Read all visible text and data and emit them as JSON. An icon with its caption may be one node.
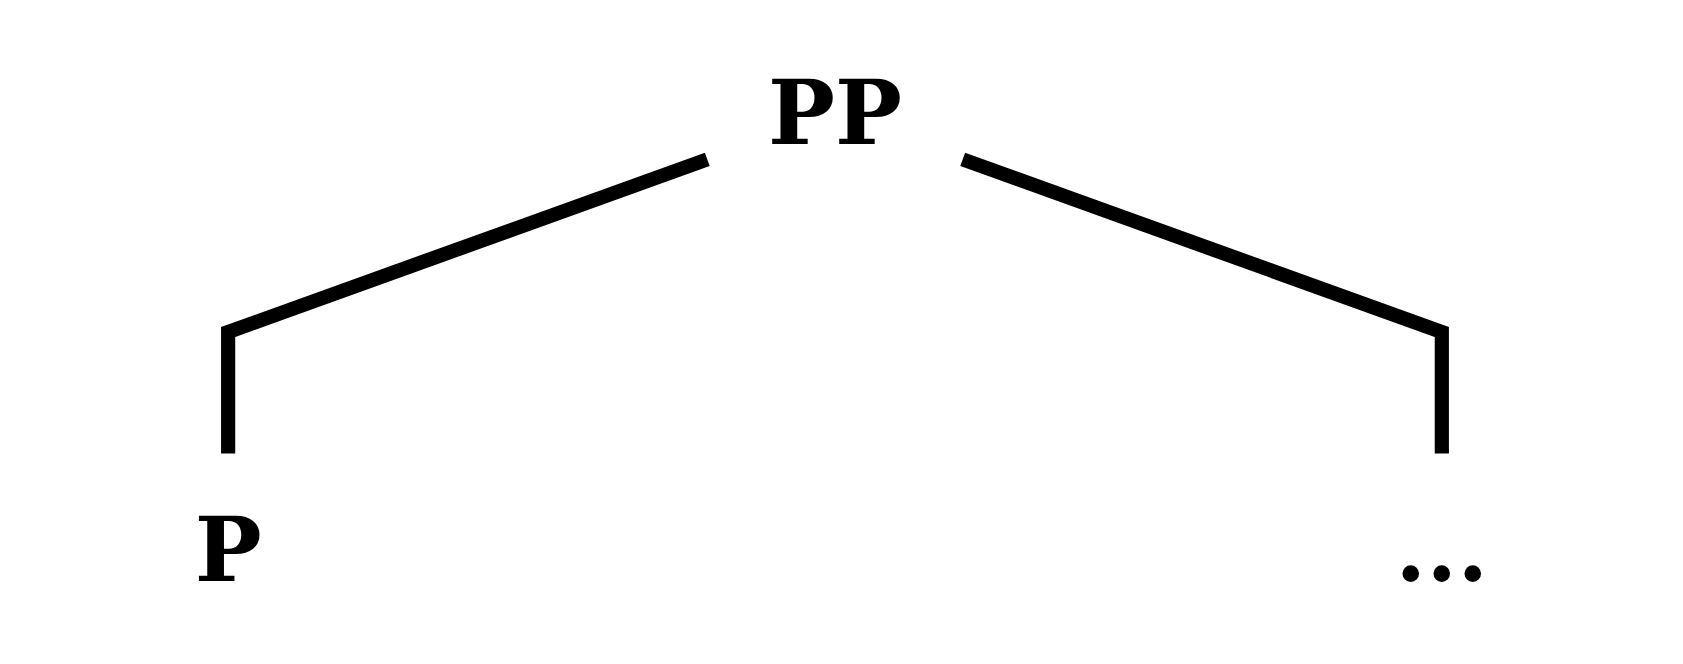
{
  "diagram": {
    "nodes": [
      {
        "text": [
          "PP"
        ]
      },
      {
        "text": [
          "P"
        ]
      },
      {
        "text": [
          "..."
        ]
      }
    ],
    "edges": [
      {
        "from": 0,
        "to": 1,
        "arrow": "none"
      },
      {
        "from": 0,
        "to": 2,
        "arrow": "none"
      }
    ]
  }
}
